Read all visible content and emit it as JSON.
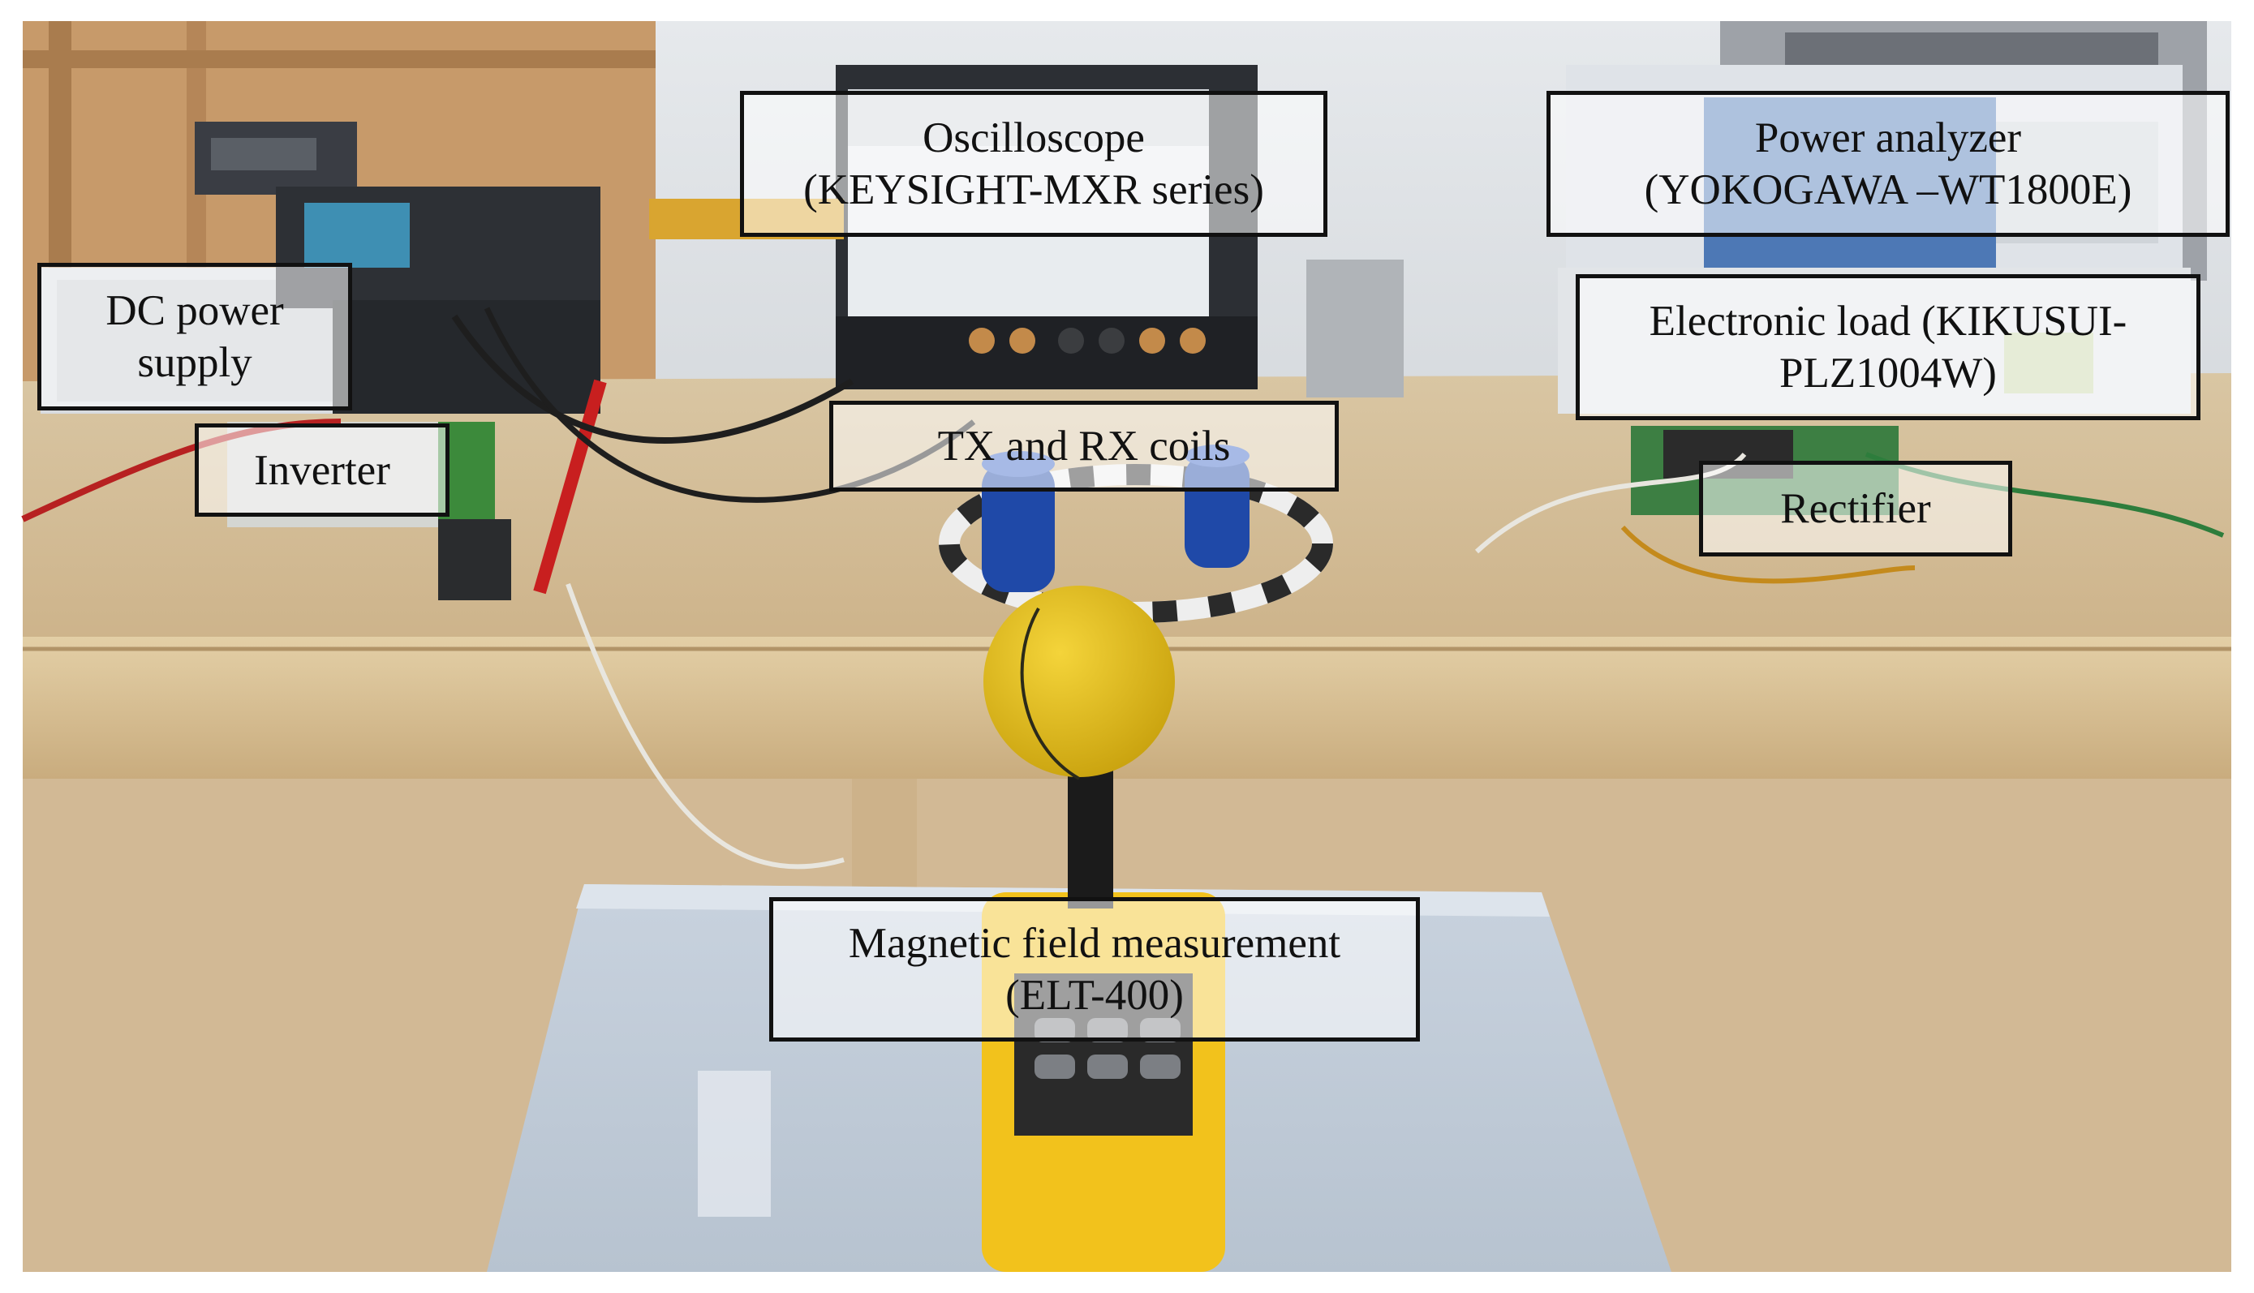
{
  "labels": {
    "oscilloscope": [
      "Oscilloscope",
      "(KEYSIGHT-MXR series)"
    ],
    "power_analyzer": [
      "Power analyzer",
      "(YOKOGAWA –WT1800E)"
    ],
    "dc_power_supply": [
      "DC power",
      "supply"
    ],
    "electronic_load": [
      "Electronic load (KIKUSUI-",
      "PLZ1004W)"
    ],
    "inverter": [
      "Inverter"
    ],
    "tx_rx_coils": [
      "TX and RX coils"
    ],
    "rectifier": [
      "Rectifier"
    ],
    "magnetic_field": [
      "Magnetic field measurement",
      "(ELT-400)"
    ]
  }
}
